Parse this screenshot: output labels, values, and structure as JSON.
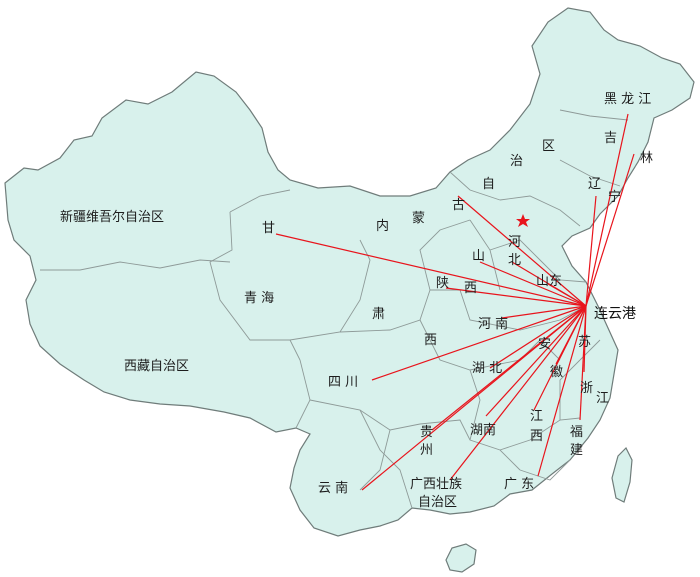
{
  "colors": {
    "land": "#d8f1ec",
    "border": "#6f7c7a",
    "province_border": "#8e9a98",
    "route": "#e8141c",
    "capital_star": "#e8141c",
    "water": "#ffffff"
  },
  "hub": {
    "name": "连云港"
  },
  "capital_marker": "star-icon",
  "regions": [
    {
      "key": "xinjiang",
      "label": "新疆维吾尔自治区"
    },
    {
      "key": "xizang",
      "label": "西藏自治区"
    },
    {
      "key": "qinghai",
      "label": "青  海"
    },
    {
      "key": "gansu",
      "label": "甘"
    },
    {
      "key": "su",
      "label": "肃"
    },
    {
      "key": "neimenggu1",
      "label": "内"
    },
    {
      "key": "neimenggu2",
      "label": "蒙"
    },
    {
      "key": "gu",
      "label": "古"
    },
    {
      "key": "zi",
      "label": "自"
    },
    {
      "key": "zhi",
      "label": "治"
    },
    {
      "key": "qu",
      "label": "区"
    },
    {
      "key": "heilongjiang",
      "label": "黑 龙 江"
    },
    {
      "key": "ji",
      "label": "吉"
    },
    {
      "key": "lin",
      "label": "林"
    },
    {
      "key": "liao",
      "label": "辽"
    },
    {
      "key": "ning",
      "label": "宁"
    },
    {
      "key": "he",
      "label": "河"
    },
    {
      "key": "bei",
      "label": "北"
    },
    {
      "key": "shan",
      "label": "山"
    },
    {
      "key": "shandong",
      "label": "山东"
    },
    {
      "key": "shaan",
      "label": "陕"
    },
    {
      "key": "xi",
      "label": "西"
    },
    {
      "key": "henan",
      "label": "河 南"
    },
    {
      "key": "xi2",
      "label": "西"
    },
    {
      "key": "an",
      "label": "安"
    },
    {
      "key": "su2",
      "label": "苏"
    },
    {
      "key": "hubei",
      "label": "湖  北"
    },
    {
      "key": "hui",
      "label": "徽"
    },
    {
      "key": "sichuan",
      "label": "四  川"
    },
    {
      "key": "zhe",
      "label": "浙"
    },
    {
      "key": "jiang",
      "label": "江"
    },
    {
      "key": "guizhou1",
      "label": "贵"
    },
    {
      "key": "guizhou2",
      "label": "州"
    },
    {
      "key": "hunan",
      "label": "湖南"
    },
    {
      "key": "jiangxi1",
      "label": "江"
    },
    {
      "key": "jiangxi2",
      "label": "西"
    },
    {
      "key": "fujian1",
      "label": "福"
    },
    {
      "key": "fujian2",
      "label": "建"
    },
    {
      "key": "yunnan",
      "label": "云  南"
    },
    {
      "key": "guangxi1",
      "label": "广西壮族"
    },
    {
      "key": "guangxi2",
      "label": "自治区"
    },
    {
      "key": "guangdong",
      "label": "广  东"
    }
  ],
  "routes": [
    {
      "to": "甘肃"
    },
    {
      "to": "内蒙古"
    },
    {
      "to": "陕西"
    },
    {
      "to": "山西"
    },
    {
      "to": "河北"
    },
    {
      "to": "黑龙江"
    },
    {
      "to": "吉林"
    },
    {
      "to": "辽宁"
    },
    {
      "to": "山东"
    },
    {
      "to": "河南"
    },
    {
      "to": "四川"
    },
    {
      "to": "湖北"
    },
    {
      "to": "安徽"
    },
    {
      "to": "浙江"
    },
    {
      "to": "福建"
    },
    {
      "to": "江西"
    },
    {
      "to": "湖南"
    },
    {
      "to": "贵州"
    },
    {
      "to": "广东"
    },
    {
      "to": "广西"
    },
    {
      "to": "云南"
    }
  ]
}
